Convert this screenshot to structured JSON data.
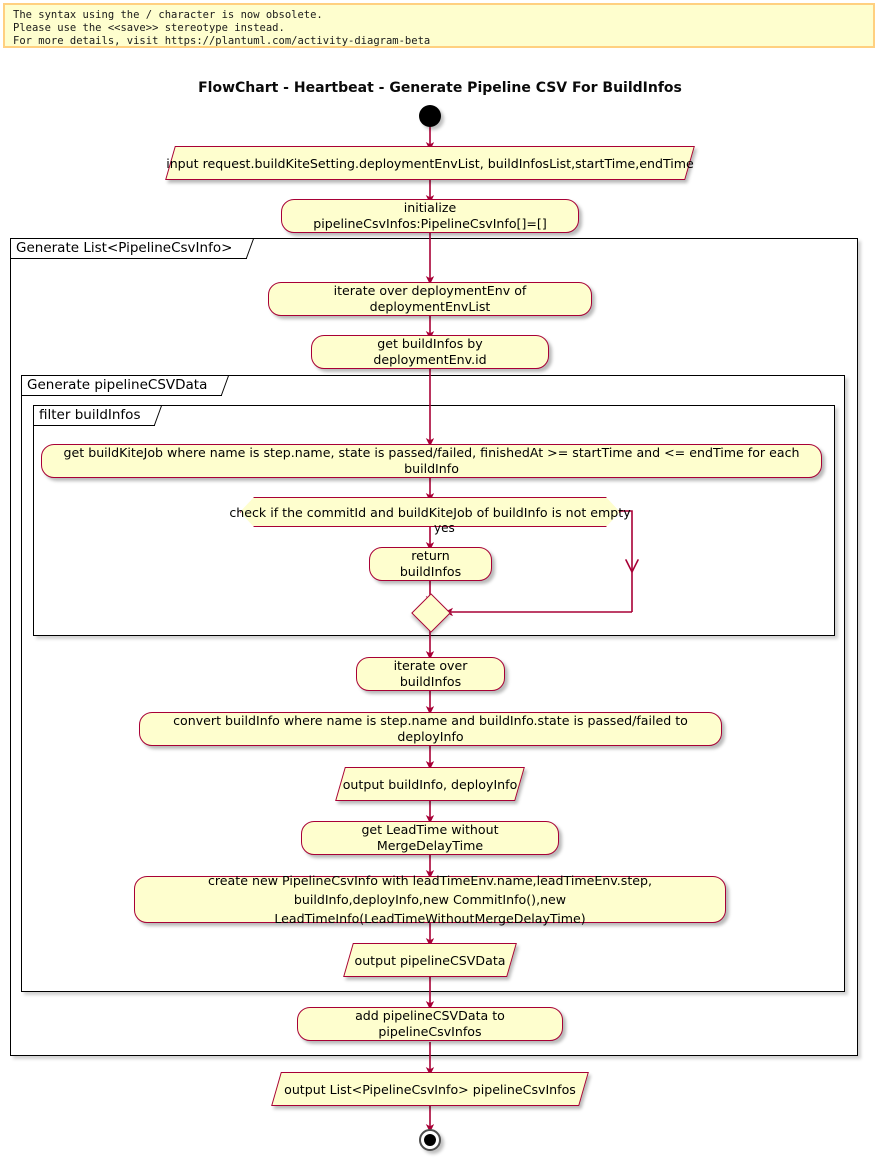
{
  "warning": {
    "lines": [
      "The syntax using the / character is now obsolete.",
      "Please use the <<save>> stereotype instead.",
      "For more details, visit https://plantuml.com/activity-diagram-beta"
    ],
    "text": "The syntax using the / character is now obsolete.\nPlease use the <<save>> stereotype instead.\nFor more details, visit https://plantuml.com/activity-diagram-beta"
  },
  "title": "FlowChart - Heartbeat - Generate Pipeline CSV For BuildInfos",
  "colors": {
    "node_fill": "#FEFECE",
    "node_border": "#A80036",
    "arrow": "#A80036",
    "partition_border": "#000000",
    "warning_border": "#FFD080",
    "background": "#FFFFFF"
  },
  "partitions": [
    {
      "id": "generate-list",
      "label": "Generate List<PipelineCsvInfo>"
    },
    {
      "id": "generate-pipeline-csvdata",
      "label": "Generate pipelineCSVData"
    },
    {
      "id": "filter-buildinfos",
      "label": "filter buildInfos"
    }
  ],
  "nodes": {
    "start": {
      "kind": "start",
      "label": "start"
    },
    "input_request": {
      "kind": "input",
      "label": "input request.buildKiteSetting.deploymentEnvList, buildInfosList,startTime,endTime"
    },
    "initialize": {
      "kind": "activity",
      "label": "initialize pipelineCsvInfos:PipelineCsvInfo[]=[]"
    },
    "iterate_envs": {
      "kind": "activity",
      "label": "iterate over deploymentEnv of deploymentEnvList"
    },
    "get_buildinfos": {
      "kind": "activity",
      "label": "get buildInfos by deploymentEnv.id"
    },
    "get_buildkitejob": {
      "kind": "activity",
      "label": "get buildKiteJob where name is step.name, state is passed/failed, finishedAt >= startTime and <= endTime for each buildInfo"
    },
    "check_commit": {
      "kind": "decision",
      "label": "check if the commitId and buildKiteJob of buildInfo is not empty"
    },
    "return_buildinfos": {
      "kind": "activity",
      "label": "return buildInfos"
    },
    "merge": {
      "kind": "merge",
      "label": "merge"
    },
    "iterate_buildinfos": {
      "kind": "activity",
      "label": "iterate over buildInfos"
    },
    "convert_buildinfo": {
      "kind": "activity",
      "label": "convert buildInfo where name is step.name and buildInfo.state is passed/failed to deployInfo"
    },
    "output_buildinfo": {
      "kind": "output",
      "label": "output buildInfo, deployInfo"
    },
    "get_leadtime": {
      "kind": "activity",
      "label": "get LeadTime without MergeDelayTime"
    },
    "create_pipelinecsvinfo": {
      "kind": "activity",
      "label": "create new PipelineCsvInfo with leadTimeEnv.name,leadTimeEnv.step,\nbuildInfo,deployInfo,new CommitInfo(),new LeadTimeInfo(LeadTimeWithoutMergeDelayTime)"
    },
    "output_pipelinecsvdata": {
      "kind": "output",
      "label": "output pipelineCSVData"
    },
    "add_pipelinecsvdata": {
      "kind": "activity",
      "label": "add pipelineCSVData to pipelineCsvInfos"
    },
    "output_list": {
      "kind": "output",
      "label": "output List<PipelineCsvInfo> pipelineCsvInfos"
    },
    "end": {
      "kind": "end",
      "label": "end"
    }
  },
  "edges": [
    {
      "from": "check_commit",
      "to": "return_buildinfos",
      "label": "yes"
    }
  ]
}
